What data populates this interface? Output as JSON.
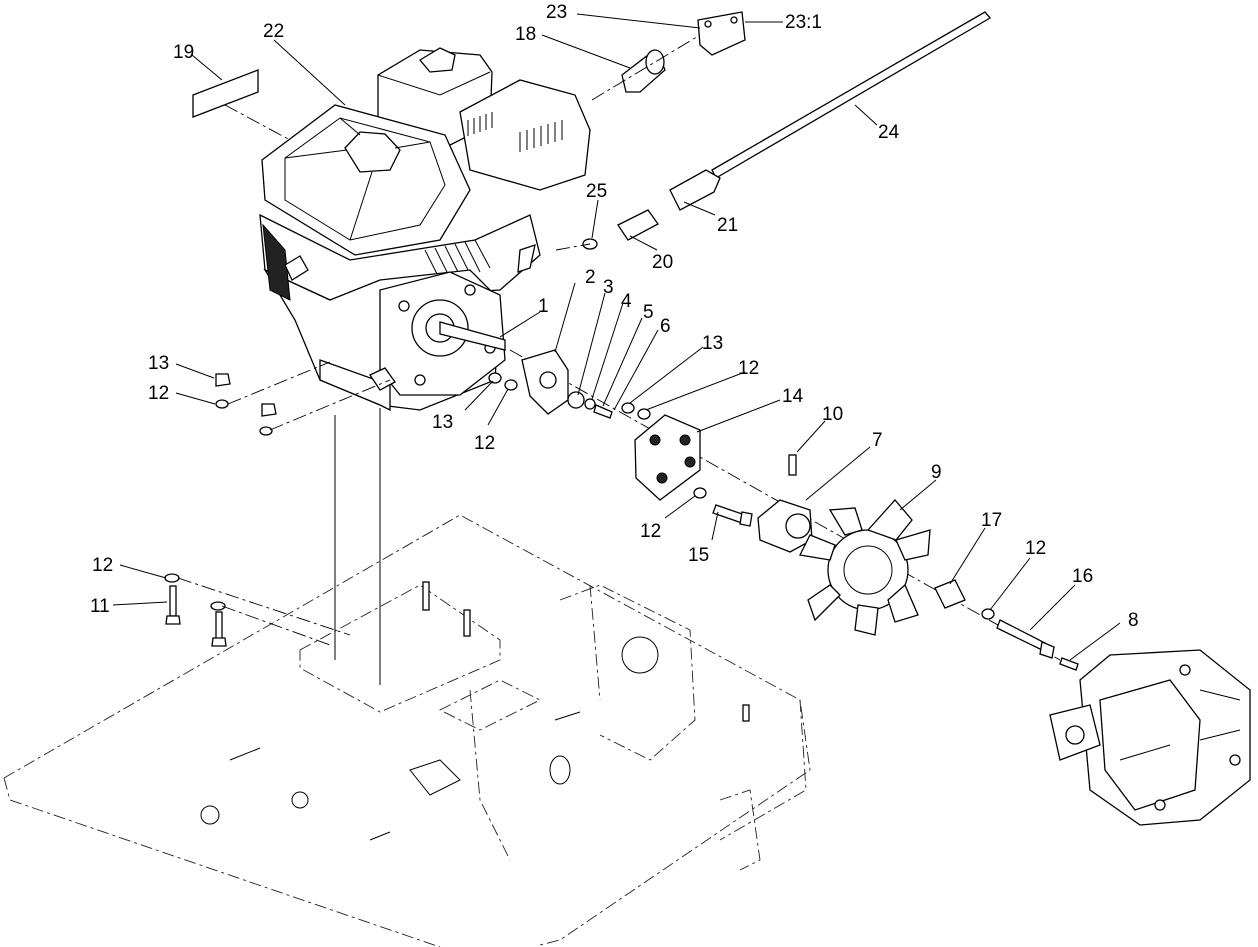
{
  "diagram": {
    "callouts": [
      {
        "id": "c1",
        "text": "1"
      },
      {
        "id": "c2",
        "text": "2"
      },
      {
        "id": "c3",
        "text": "3"
      },
      {
        "id": "c4",
        "text": "4"
      },
      {
        "id": "c5",
        "text": "5"
      },
      {
        "id": "c6",
        "text": "6"
      },
      {
        "id": "c7",
        "text": "7"
      },
      {
        "id": "c8",
        "text": "8"
      },
      {
        "id": "c9",
        "text": "9"
      },
      {
        "id": "c10",
        "text": "10"
      },
      {
        "id": "c11",
        "text": "11"
      },
      {
        "id": "c12a",
        "text": "12"
      },
      {
        "id": "c12b",
        "text": "12"
      },
      {
        "id": "c12c",
        "text": "12"
      },
      {
        "id": "c12d",
        "text": "12"
      },
      {
        "id": "c12e",
        "text": "12"
      },
      {
        "id": "c12f",
        "text": "12"
      },
      {
        "id": "c13a",
        "text": "13"
      },
      {
        "id": "c13b",
        "text": "13"
      },
      {
        "id": "c13c",
        "text": "13"
      },
      {
        "id": "c14",
        "text": "14"
      },
      {
        "id": "c15",
        "text": "15"
      },
      {
        "id": "c16",
        "text": "16"
      },
      {
        "id": "c17",
        "text": "17"
      },
      {
        "id": "c18",
        "text": "18"
      },
      {
        "id": "c19",
        "text": "19"
      },
      {
        "id": "c20",
        "text": "20"
      },
      {
        "id": "c21",
        "text": "21"
      },
      {
        "id": "c22",
        "text": "22"
      },
      {
        "id": "c23",
        "text": "23"
      },
      {
        "id": "c23_1",
        "text": "23:1"
      },
      {
        "id": "c24",
        "text": "24"
      },
      {
        "id": "c25",
        "text": "25"
      }
    ]
  }
}
